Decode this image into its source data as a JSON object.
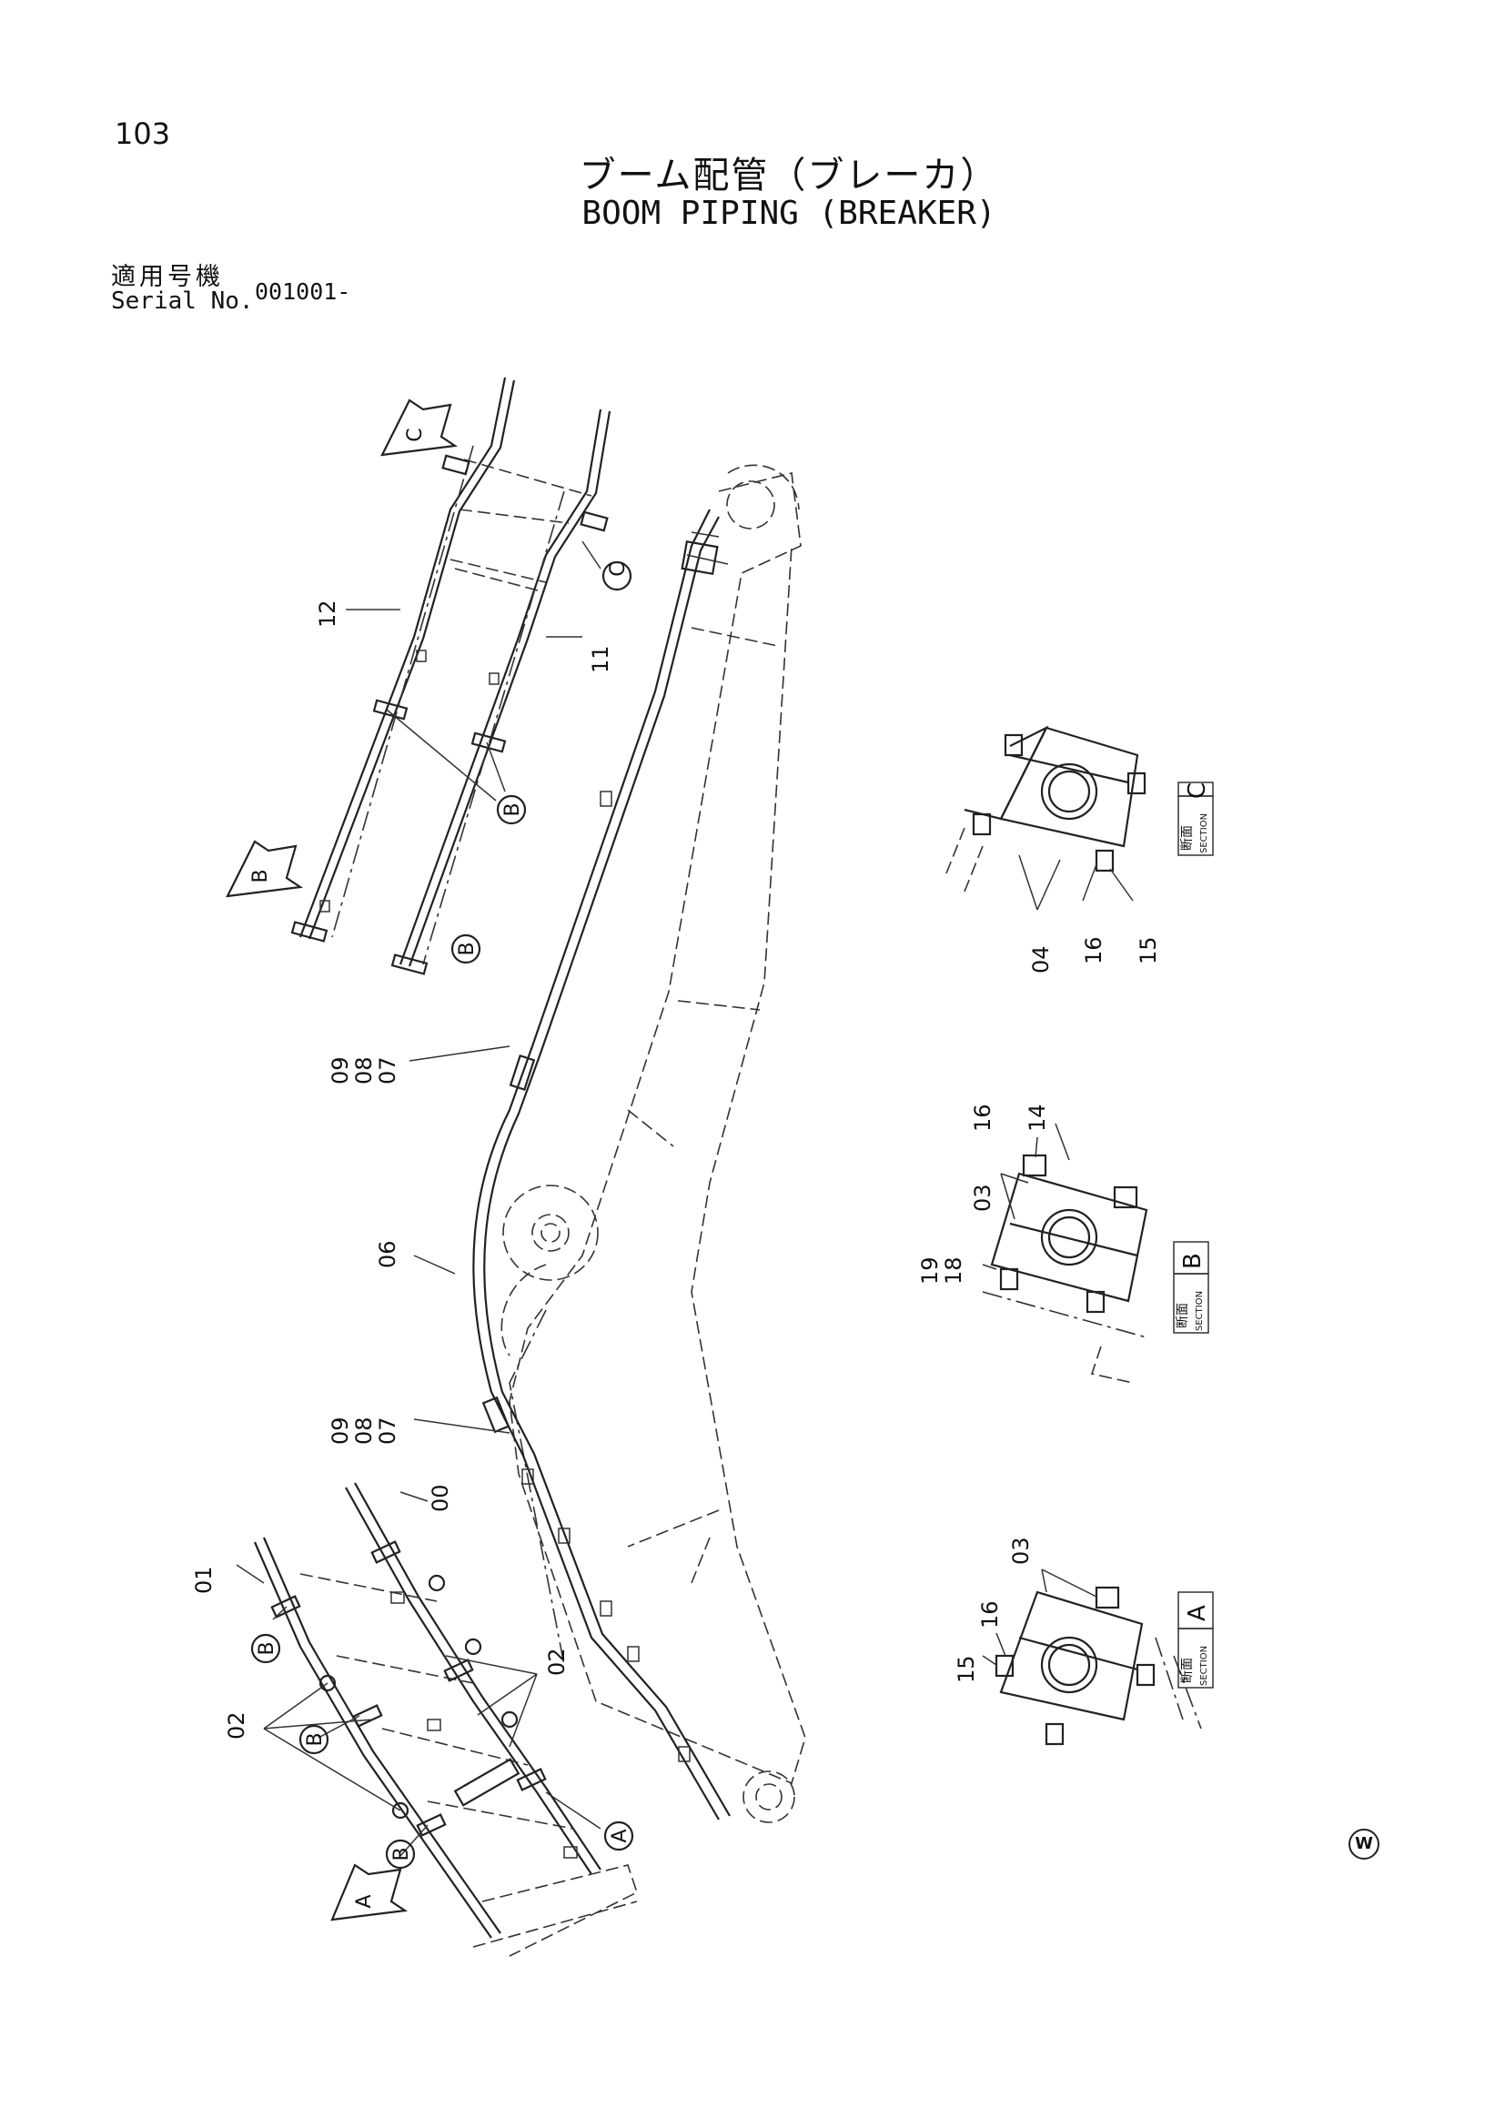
{
  "page_number": "103",
  "title_jp": "ブーム配管（ブレーカ）",
  "title_en": "BOOM PIPING (BREAKER)",
  "serial": {
    "label_jp": "適用号機",
    "label_en": "Serial No.",
    "value": "001001-"
  },
  "part_numbers": {
    "p12": "12",
    "p11": "11",
    "p06": "06",
    "p00": "00",
    "p01": "01",
    "p02a": "02",
    "p02b": "02",
    "p090807_top": [
      "09",
      "08",
      "07"
    ],
    "p090807_bot": [
      "09",
      "08",
      "07"
    ],
    "secC": [
      "04",
      "16",
      "15"
    ],
    "secB": [
      "16",
      "14",
      "03",
      "19",
      "18"
    ],
    "secA": [
      "03",
      "15",
      "16"
    ]
  },
  "callouts": {
    "c_top": "C",
    "b_mid": "B",
    "b_low": "B",
    "b1": "B",
    "b2": "B",
    "b3": "B",
    "a1": "A"
  },
  "view_arrows": {
    "c": "C",
    "b": "B",
    "a": "A"
  },
  "sections": [
    {
      "label_jp": "断面",
      "label_en": "SECTION",
      "letter": "C"
    },
    {
      "label_jp": "断面",
      "label_en": "SECTION",
      "letter": "B"
    },
    {
      "label_jp": "断面",
      "label_en": "SECTION",
      "letter": "A"
    }
  ],
  "corner_mark": "W"
}
